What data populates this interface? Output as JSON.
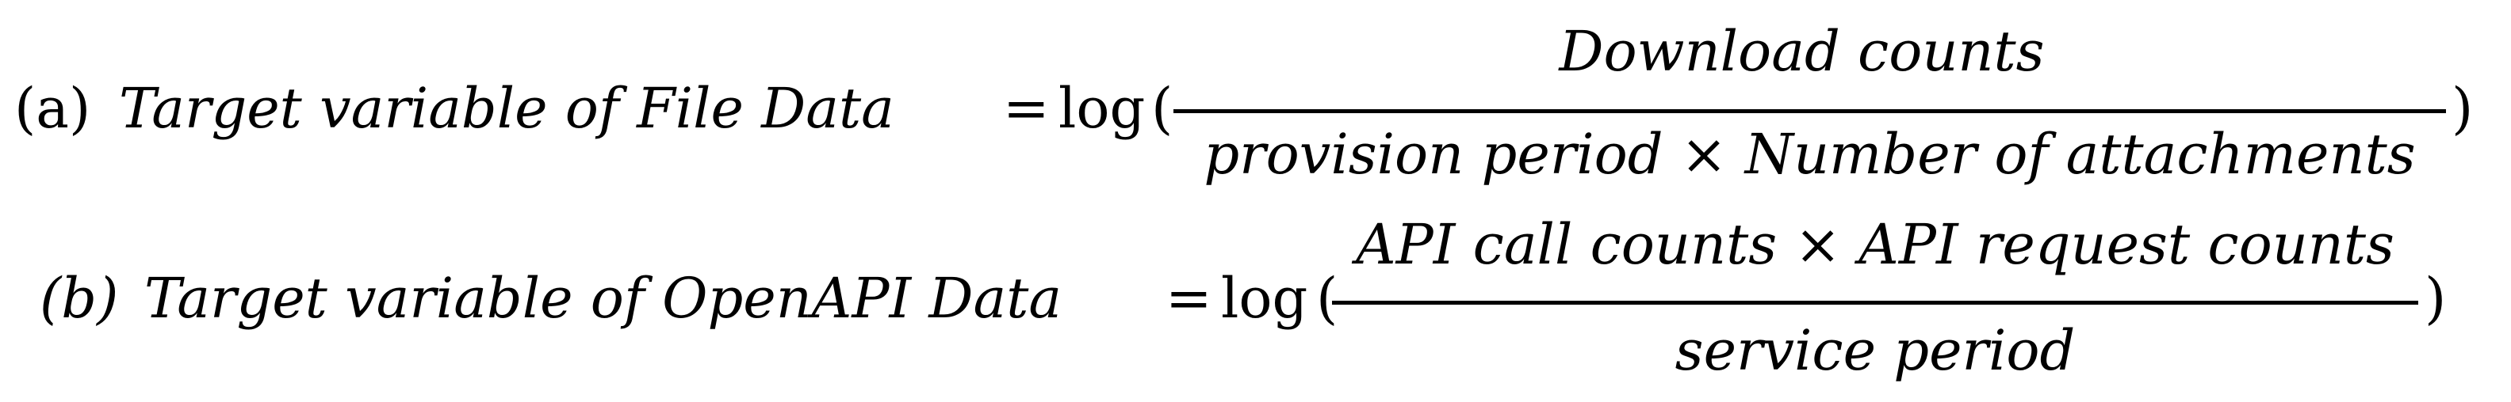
{
  "equation_a": {
    "label": "(a)",
    "lhs": "Target variable of File Data",
    "equals": "=",
    "func": "log",
    "open_paren": "(",
    "numerator": "Download counts",
    "denominator": "provision period × Number of attachments",
    "close_paren": ")"
  },
  "equation_b": {
    "label": "(b)",
    "lhs": "Target variable of OpenAPI Data",
    "equals": "=",
    "func": "log",
    "open_paren": "(",
    "numerator": "API call counts × API request counts",
    "denominator": "service period",
    "close_paren": ")"
  }
}
